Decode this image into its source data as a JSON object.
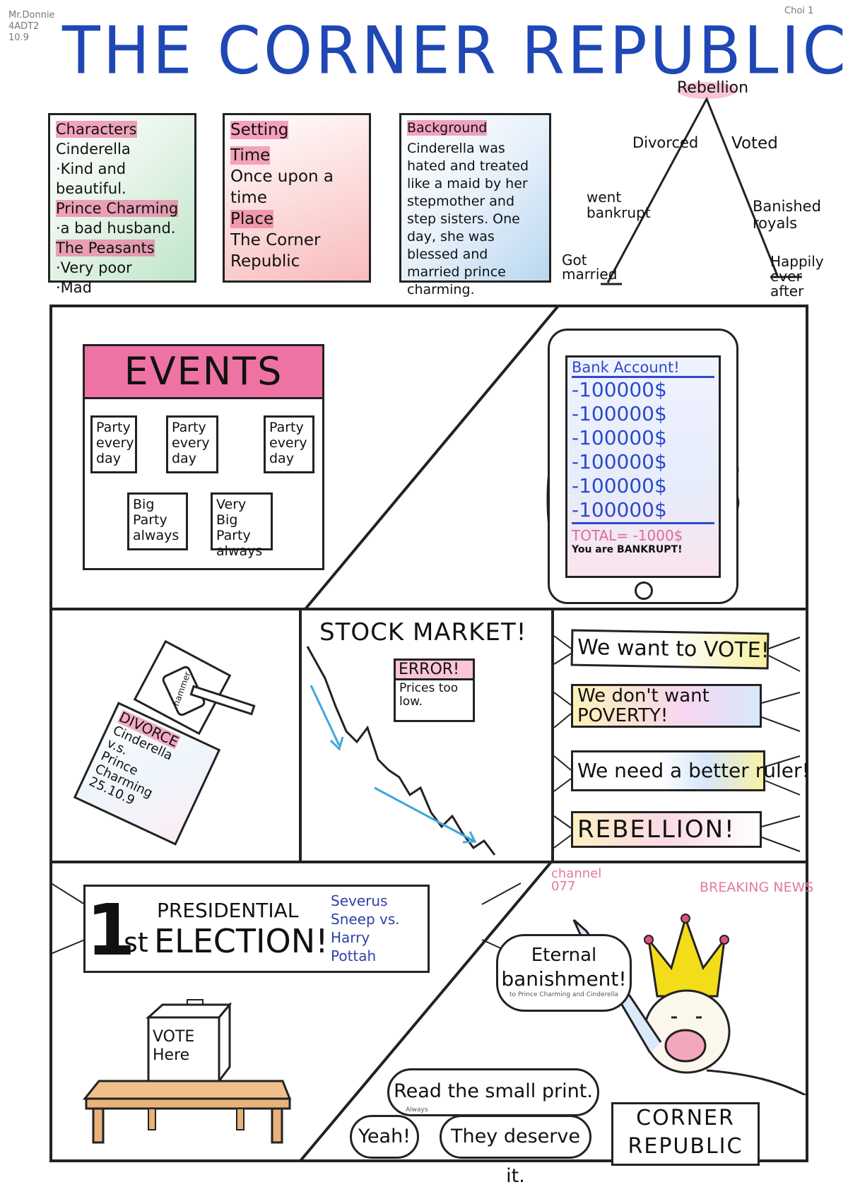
{
  "header": {
    "meta_lines": [
      "Mr.Donnie",
      "4ADT2",
      "10.9"
    ],
    "corner_id": "Choi 1",
    "title": "THE CORNER REPUBLIC"
  },
  "characters_box": {
    "heading": "Characters",
    "lines": [
      "Cinderella",
      "·Kind and beautiful.",
      "Prince Charming",
      "·a bad husband.",
      "The Peasants",
      "·Very poor",
      "·Mad"
    ]
  },
  "setting_box": {
    "heading": "Setting",
    "time_label": "Time",
    "time_text": "Once upon a time",
    "place_label": "Place",
    "place_text": "The Corner Republic"
  },
  "background_box": {
    "heading": "Background",
    "text": "Cinderella was hated and treated like a maid by her stepmother and step sisters. One day, she was blessed and married prince charming."
  },
  "plot_diagram": {
    "peak": "Rebellion",
    "rising": [
      "Got married",
      "went bankrupt",
      "Divorced"
    ],
    "falling": [
      "Voted",
      "Banished royals",
      "Happily ever after"
    ]
  },
  "events_panel": {
    "heading": "EVENTS",
    "items": [
      "Party every day",
      "Party every day",
      "Party every day",
      "Big Party always",
      "Very Big Party always"
    ]
  },
  "phone_panel": {
    "heading": "Bank Account!",
    "entries": [
      "-100000$",
      "-100000$",
      "-100000$",
      "-100000$",
      "-100000$",
      "-100000$"
    ],
    "total": "TOTAL= -1000$",
    "footer": "You are BANKRUPT!"
  },
  "divorce_panel": {
    "hammer_label": "hammer",
    "doc_title": "DIVORCE",
    "doc_lines": [
      "Cinderella",
      "v.s.",
      "Prince",
      "Charming",
      "25.10.9"
    ]
  },
  "stock_panel": {
    "heading": "STOCK MARKET!",
    "error_title": "ERROR!",
    "error_text": "Prices too low."
  },
  "protest_panel": {
    "signs": [
      "We want to VOTE!",
      "We don't want POVERTY!",
      "We need a better ruler!",
      "REBELLION!"
    ]
  },
  "election_panel": {
    "number": "1",
    "suffix": "st",
    "line1": "PRESIDENTIAL",
    "line2": "ELECTION!",
    "candidates": [
      "Severus",
      "Sneep vs.",
      "Harry",
      "Pottah"
    ],
    "ballot_label": "VOTE Here"
  },
  "news_panel": {
    "channel": "channel 077",
    "breaking": "BREAKING NEWS",
    "speech_line1": "Eternal",
    "speech_line2": "banishment!",
    "speech_small": "to Prince Charming and Cinderella",
    "bubble_read": "Read the small print.",
    "bubble_read_small": "Always",
    "bubble_yeah": "Yeah!",
    "bubble_deserve": "They deserve it.",
    "podium_line1": "CORNER",
    "podium_line2": "REPUBLIC"
  },
  "colors": {
    "title_blue": "#1f47b5",
    "highlight_pink": "#ee5a8c",
    "crown_yellow": "#f3dc1a",
    "stock_blue": "#3fa6dc"
  }
}
